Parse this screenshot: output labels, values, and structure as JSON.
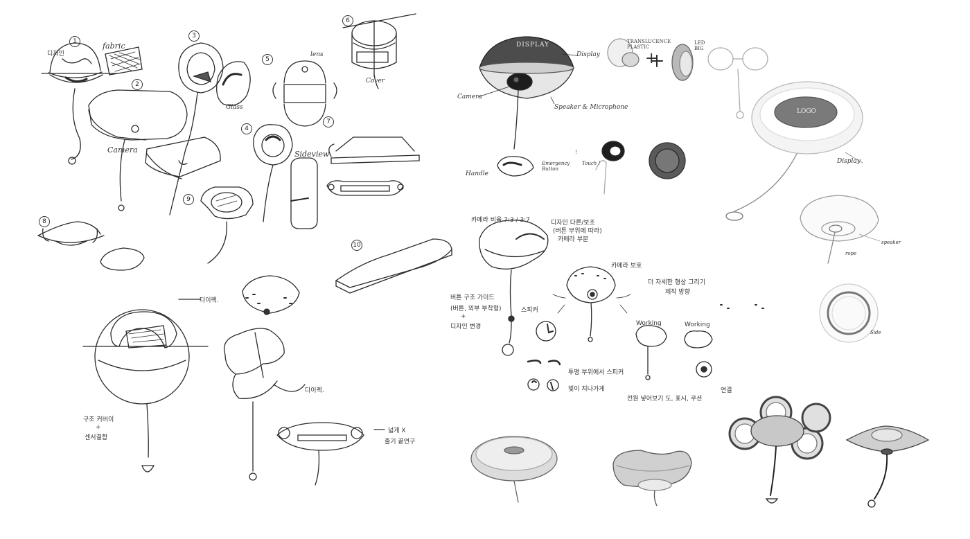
{
  "left_page": {
    "labels": {
      "fabric": "fabric",
      "camera_1": "Camera",
      "glass": "Glass",
      "lens": "lens",
      "cover": "Cover",
      "sideview": "Sideview",
      "ko_1": "디자인",
      "ko_2": "구조 커버이",
      "ko_3": "+",
      "ko_4": "센서결합",
      "ko_5": "다이렉.",
      "ko_6": "다이렉.",
      "ko_7": "넓게 X",
      "ko_8": "출기 끝연구"
    },
    "numbers": [
      "1",
      "2",
      "3",
      "4",
      "5",
      "6",
      "7",
      "8",
      "9",
      "10"
    ]
  },
  "right_page": {
    "labels": {
      "display_dome": "DISPLAY",
      "display_1": "Display",
      "camera": "Camera",
      "speaker_mic": "Speaker & Microphone",
      "handle": "Handle",
      "emergency": "Emergency Button",
      "translucence": "TRANSLUCENCE PLASTIC",
      "led": "LED BIG",
      "plus": "+",
      "touch": "Touch !",
      "logo": "LOGO",
      "display_2": "Display",
      "speaker": "speaker",
      "rope": "rope",
      "side": "Side",
      "ko_a": "카메라 비율 7:3 / 3:7",
      "ko_b": "디자인 다른/보조",
      "ko_c": "(버튼 부위에 따라)",
      "ko_d": "카메라 부분",
      "ko_e": "버튼 구조 가이드",
      "ko_f": "(버튼, 외부 부착형)",
      "ko_g": "+",
      "ko_h": "디자인 변경",
      "ko_i": "스피커",
      "ko_j": "카메라 보호",
      "ko_k": "더 자세한 형상 그리기",
      "ko_l": "제작 방향",
      "ko_m": "Working",
      "ko_n": "Working",
      "ko_o": "전원 넣어보기 도, 표시, 쿠션",
      "ko_p": "연결",
      "ko_q": "투명 부위에서 스피커",
      "ko_r": "빛이 지나가게"
    }
  }
}
